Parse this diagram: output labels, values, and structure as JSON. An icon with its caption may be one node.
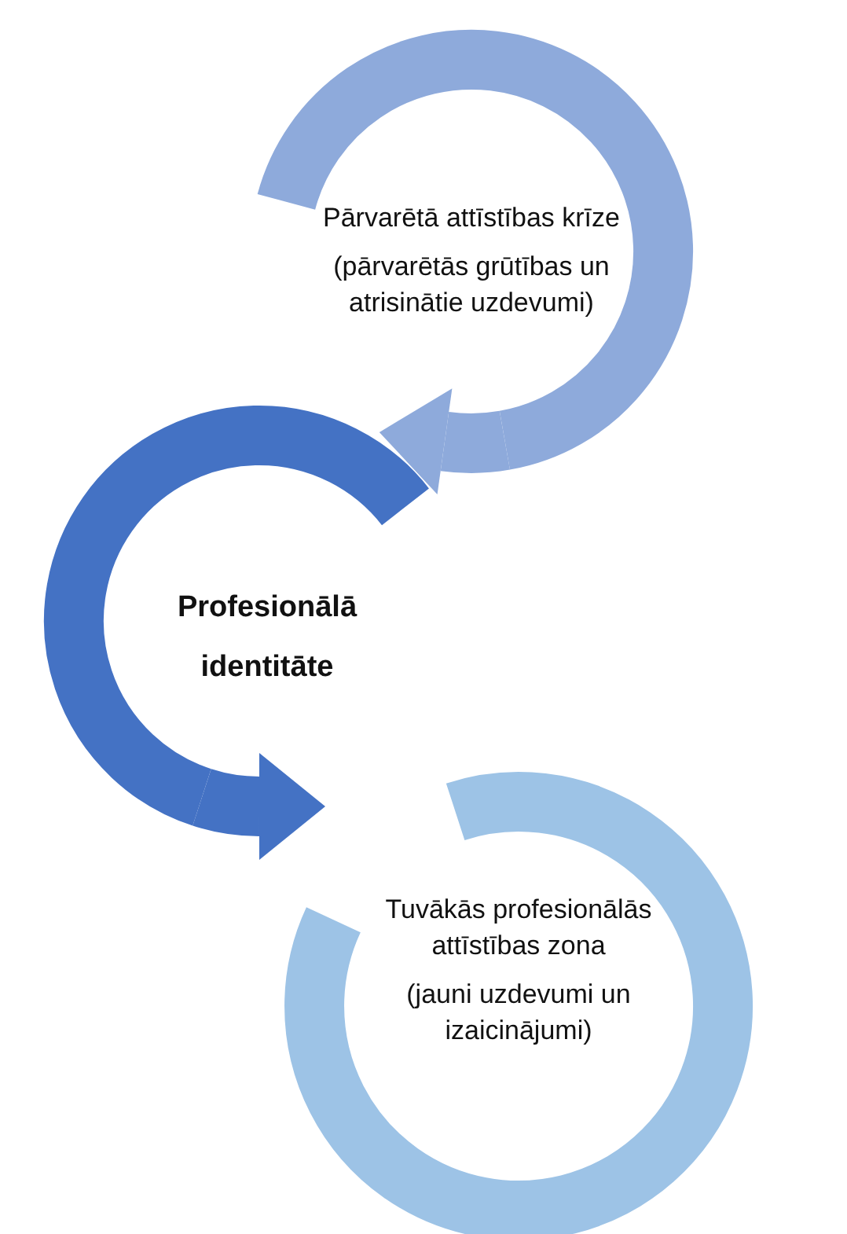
{
  "diagram": {
    "nodes": [
      {
        "text": [
          "Pārvarētā attīstības krīze",
          "(pārvarētās grūtības un atrisinātie uzdevumi)"
        ]
      },
      {
        "text": [
          "Profesionālā identitāte"
        ]
      },
      {
        "text": [
          "Tuvākās profesionālās attīstības zona",
          "(jauni uzdevumi un izaicinājumi)"
        ]
      }
    ],
    "edges": [
      {
        "from": 0,
        "to": 1,
        "arrow": "to",
        "color": "#8eaadb"
      },
      {
        "from": 1,
        "to": 2,
        "arrow": "to",
        "color": "#4472c4"
      }
    ]
  }
}
